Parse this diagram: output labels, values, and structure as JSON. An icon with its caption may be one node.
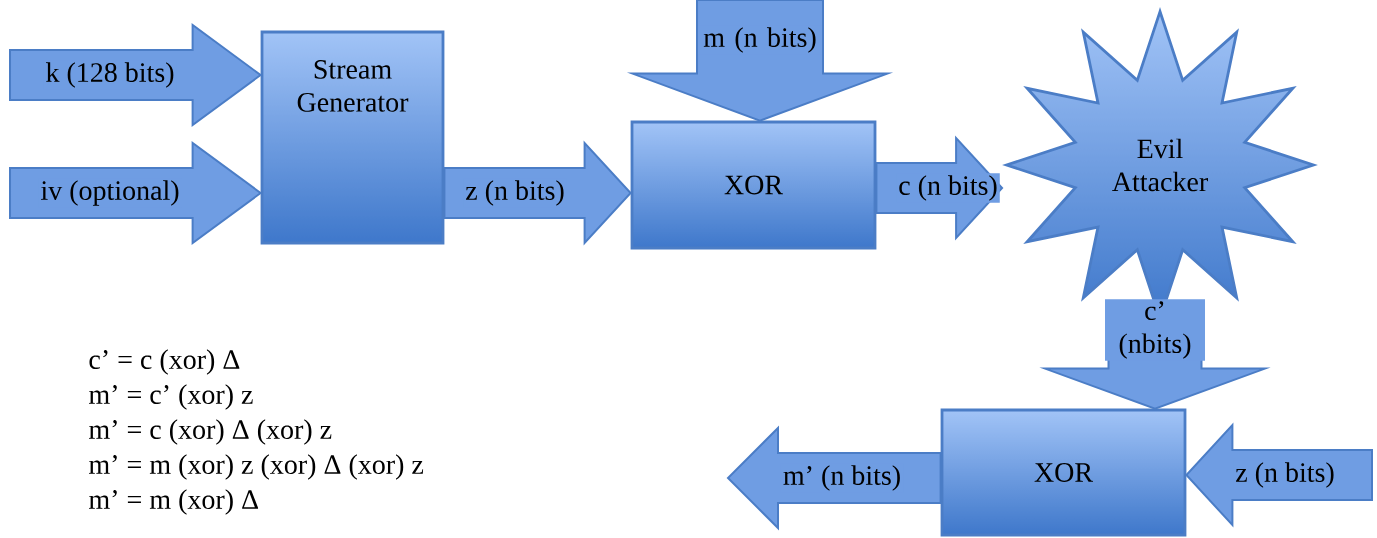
{
  "diagram": {
    "nodes": [
      {
        "text": [
          "Stream Generator"
        ]
      },
      {
        "text": [
          "XOR"
        ]
      },
      {
        "text": [
          "Evil Attacker"
        ]
      },
      {
        "text": [
          "XOR"
        ]
      }
    ],
    "edges": [
      {
        "from": null,
        "to": 0,
        "arrow": "to",
        "label": "k (128 bits)"
      },
      {
        "from": null,
        "to": 0,
        "arrow": "to",
        "label": "iv (optional)"
      },
      {
        "from": 0,
        "to": 1,
        "arrow": "to",
        "label": "z (n bits)"
      },
      {
        "from": null,
        "to": 1,
        "arrow": "to",
        "label": "m (n bits)",
        "style": "thick"
      },
      {
        "from": 1,
        "to": 2,
        "arrow": "to",
        "label": "c (n bits)"
      },
      {
        "from": 2,
        "to": 3,
        "arrow": "to",
        "label": "c’ (nbits)",
        "style": "thick"
      },
      {
        "from": null,
        "to": 3,
        "arrow": "to",
        "label": "z (n bits)"
      },
      {
        "from": 3,
        "to": null,
        "arrow": "to",
        "label": "m’ (n bits)"
      }
    ],
    "labels": [
      "c’ = c (xor) Δ",
      "m’ = c’ (xor) z",
      "m’ = c (xor) Δ (xor) z",
      "m’ = m (xor) z (xor) Δ (xor) z",
      "m’ = m (xor) Δ"
    ]
  }
}
